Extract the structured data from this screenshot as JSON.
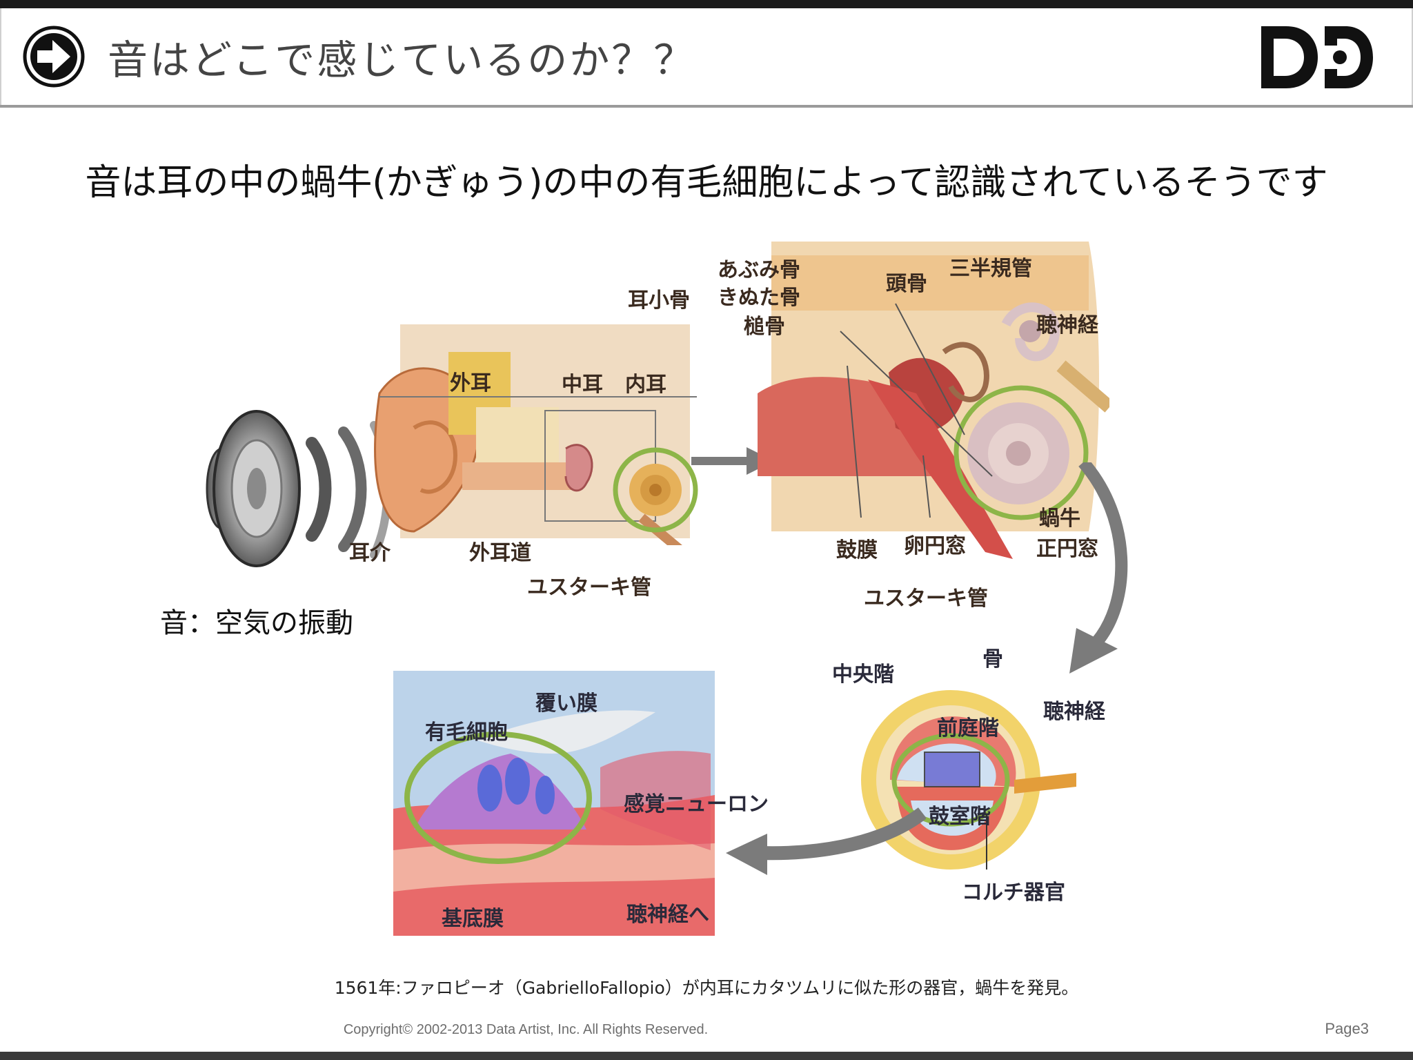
{
  "header": {
    "title": "音はどこで感じているのか？？",
    "logo_text": "DD"
  },
  "headline": "音は耳の中の蝸牛(かぎゅう)の中の有毛細胞によって認識されているそうです",
  "sound_caption": "音：空気の振動",
  "outer_ear": {
    "labels": {
      "outer": "外耳",
      "middle": "中耳",
      "inner": "内耳",
      "pinna": "耳介",
      "canal": "外耳道",
      "tube": "ユスターキ管"
    }
  },
  "middle_ear": {
    "labels": {
      "stapes": "あぶみ骨",
      "ossicles": "耳小骨",
      "incus": "きぬた骨",
      "malleus": "槌骨",
      "skull": "頭骨",
      "canals": "三半規管",
      "nerve": "聴神経",
      "cochlea": "蝸牛",
      "eardrum": "鼓膜",
      "oval": "卵円窓",
      "round": "正円窓",
      "tube": "ユスターキ管"
    }
  },
  "cochlea_section": {
    "labels": {
      "middle_scala": "中央階",
      "bone": "骨",
      "vestibuli": "前庭階",
      "nerve": "聴神経",
      "tympani": "鼓室階",
      "corti": "コルチ器官"
    }
  },
  "organ_of_corti": {
    "labels": {
      "tectorial": "覆い膜",
      "hair_cells": "有毛細胞",
      "neuron": "感覚ニューロン",
      "basilar": "基底膜",
      "to_nerve": "聴神経へ"
    }
  },
  "footnote": "1561年:ファロピーオ（GabrielloFallopio）が内耳にカタツムリに似た形の器官，蝸牛を発見。",
  "footer": {
    "copyright": "Copyright© 2002-2013 Data Artist, Inc.   All Rights Reserved.",
    "page": "Page3"
  },
  "colors": {
    "highlight_ring": "#8db548",
    "arrow": "#7b7b7b",
    "bar": "#1b1b1b"
  }
}
